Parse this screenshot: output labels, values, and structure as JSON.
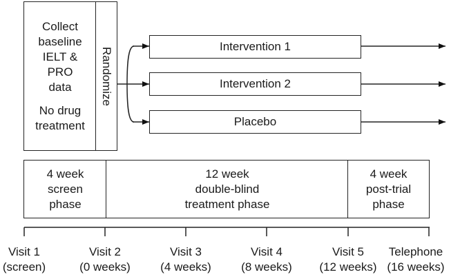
{
  "baseline": {
    "lines": [
      "Collect",
      "baseline",
      "IELT &",
      "PRO",
      "data"
    ],
    "note_lines": [
      "No drug",
      "treatment"
    ]
  },
  "randomize_label": "Randomize",
  "arms": [
    "Intervention 1",
    "Intervention 2",
    "Placebo"
  ],
  "phases": [
    {
      "lines": [
        "4 week",
        "screen",
        "phase"
      ]
    },
    {
      "lines": [
        "12 week",
        "double-blind",
        "treatment phase"
      ]
    },
    {
      "lines": [
        "4 week",
        "post-trial",
        "phase"
      ]
    }
  ],
  "visits": [
    {
      "name": "Visit 1",
      "time": "(screen)"
    },
    {
      "name": "Visit 2",
      "time": "(0 weeks)"
    },
    {
      "name": "Visit 3",
      "time": "(4 weeks)"
    },
    {
      "name": "Visit 4",
      "time": "(8 weeks)"
    },
    {
      "name": "Visit 5",
      "time": "(12 weeks)"
    },
    {
      "name": "Telephone",
      "time": "(16 weeks)"
    }
  ]
}
